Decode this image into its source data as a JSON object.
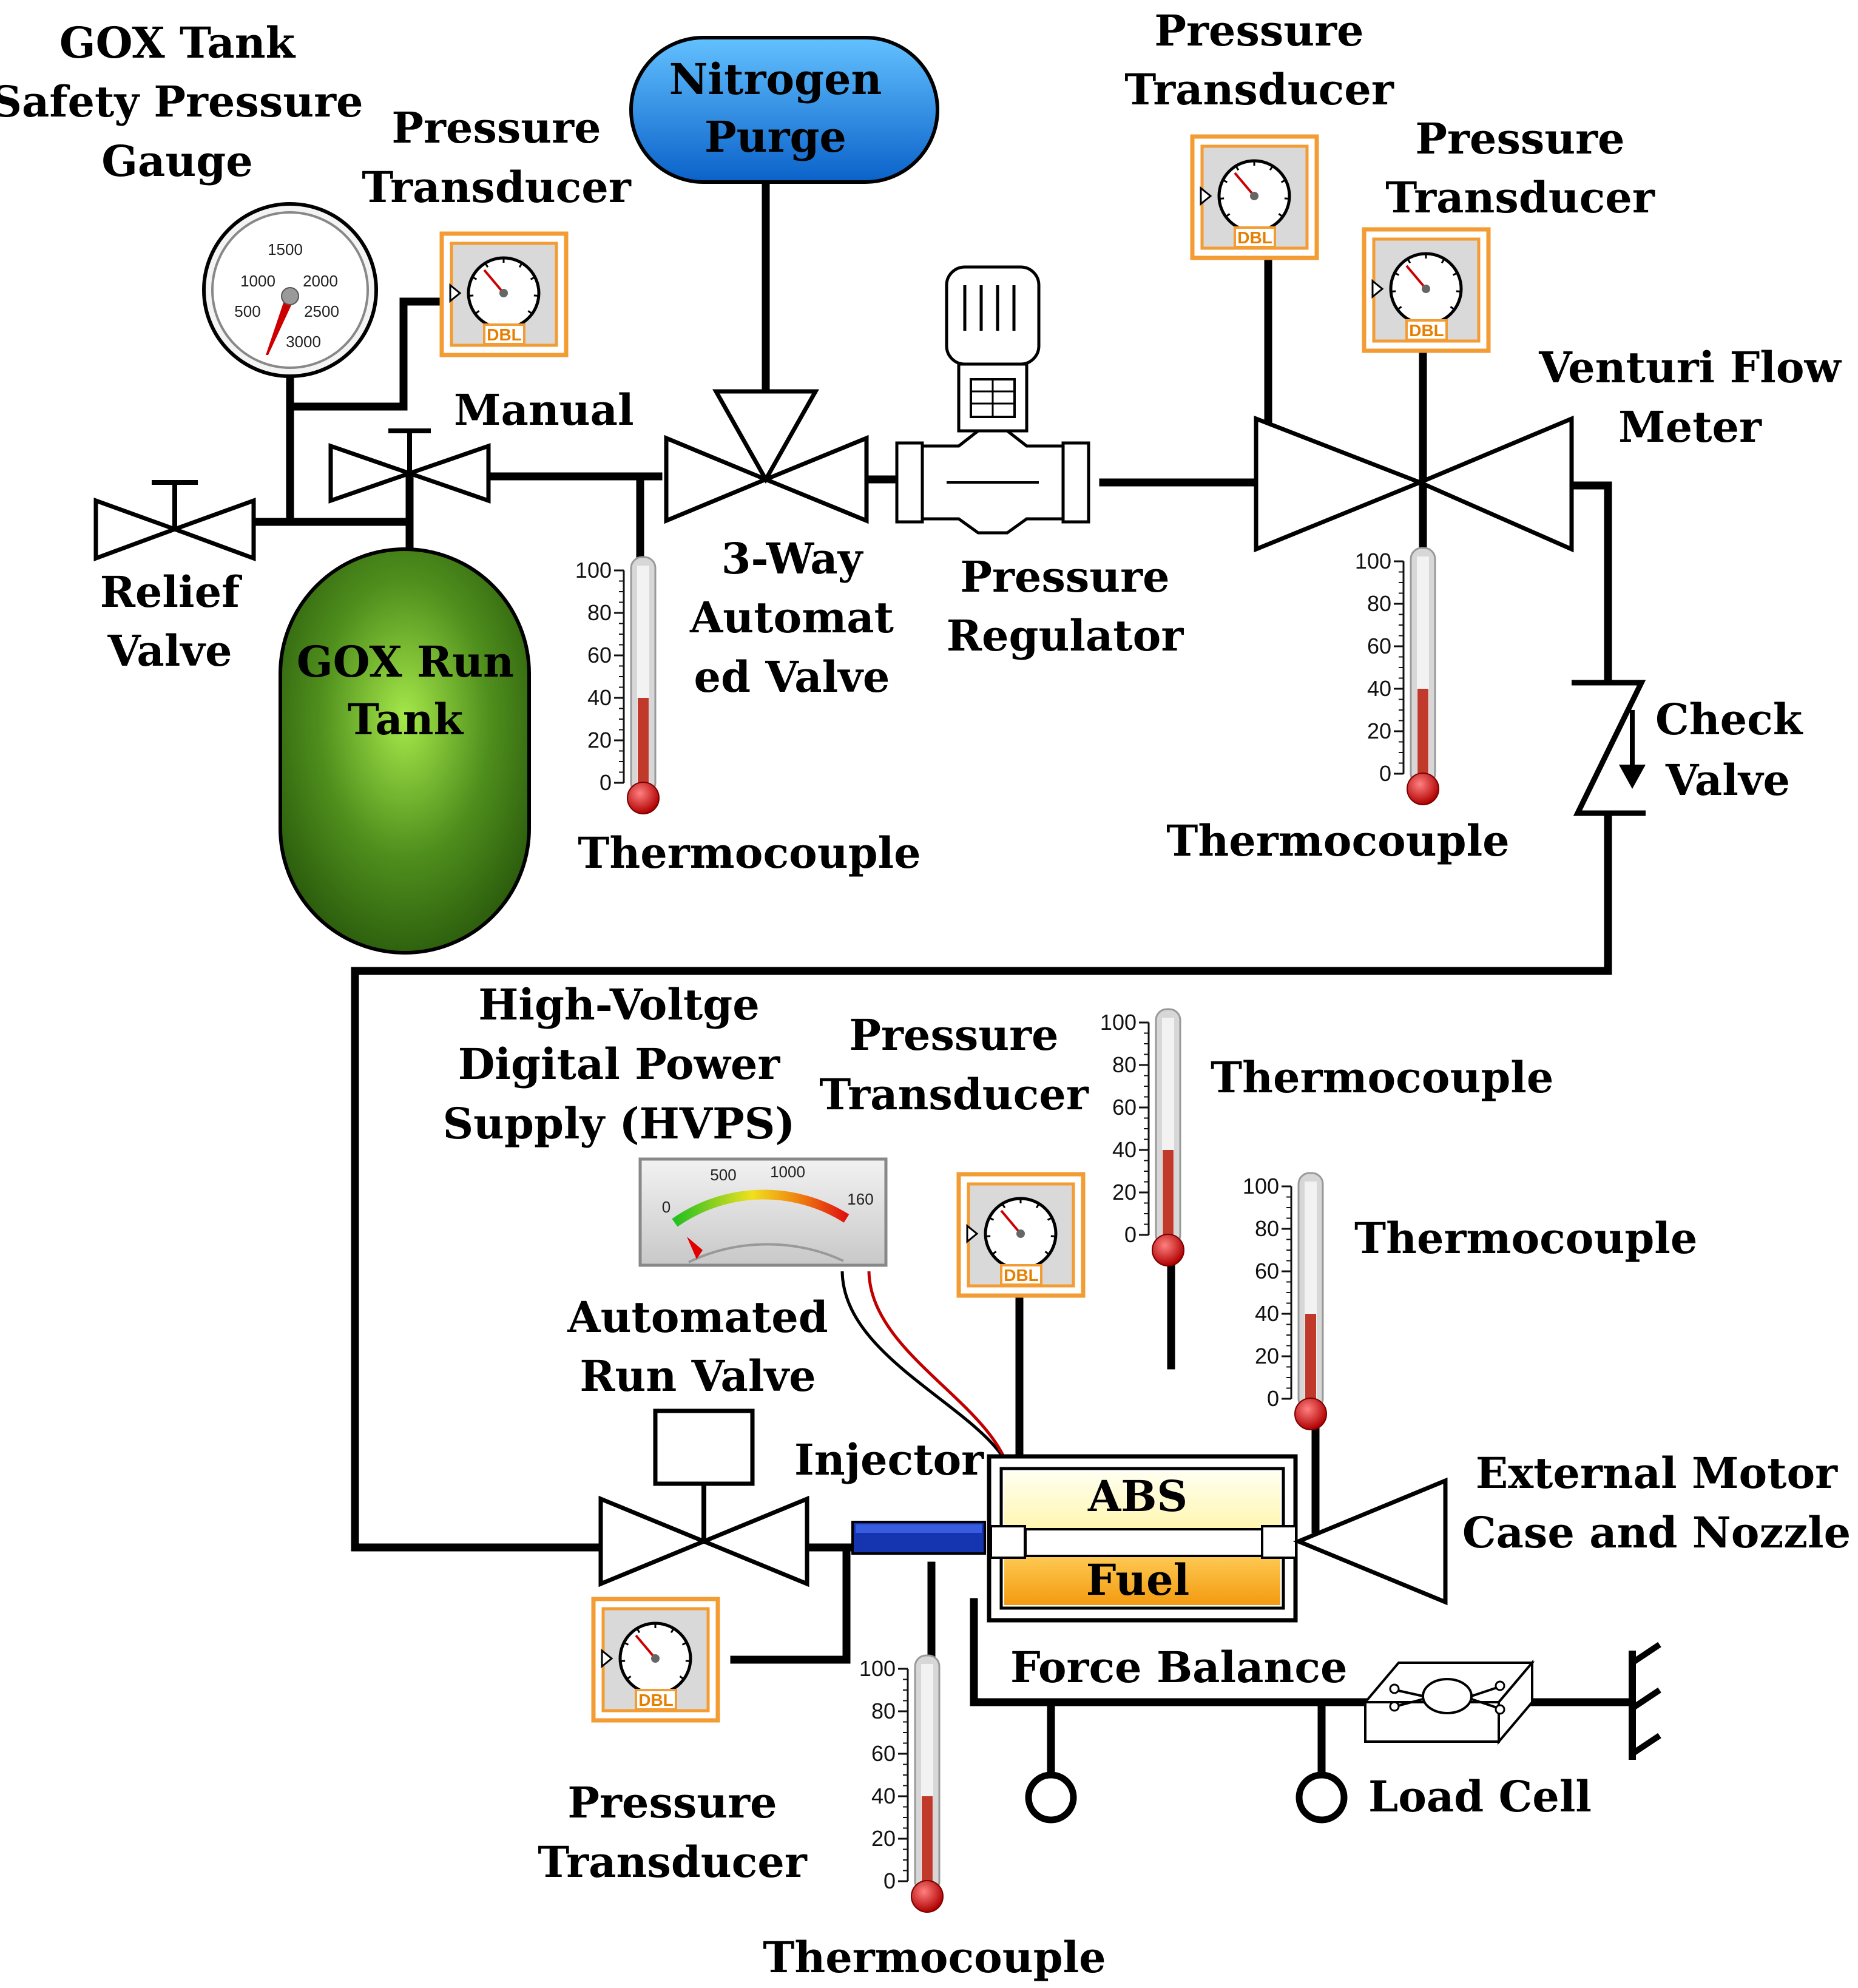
{
  "labels": {
    "gox_tank_gauge": [
      "GOX Tank",
      "Safety Pressure",
      "Gauge"
    ],
    "pressure_transducer_top_left": [
      "Pressure",
      "Transducer"
    ],
    "nitrogen_purge": [
      "Nitrogen",
      "Purge"
    ],
    "pressure_transducer_top_mid": [
      "Pressure",
      "Transducer"
    ],
    "pressure_transducer_top_right": [
      "Pressure",
      "Transducer"
    ],
    "manual": "Manual",
    "venturi": [
      "Venturi Flow",
      "Meter"
    ],
    "relief_valve": [
      "Relief",
      "Valve"
    ],
    "three_way_valve": [
      "3-Way",
      "Automat",
      "ed Valve"
    ],
    "pressure_regulator": [
      "Pressure",
      "Regulator"
    ],
    "gox_run_tank": [
      "GOX Run",
      "Tank"
    ],
    "check_valve": [
      "Check",
      "Valve"
    ],
    "thermocouple": "Thermocouple",
    "hvps": [
      "High-Voltge",
      "Digital Power",
      "Supply (HVPS)"
    ],
    "pressure_transducer_mid": [
      "Pressure",
      "Transducer"
    ],
    "automated_run_valve": [
      "Automated",
      "Run Valve"
    ],
    "injector": "Injector",
    "abs": "ABS",
    "fuel": "Fuel",
    "external_motor": [
      "External Motor",
      "Case and Nozzle"
    ],
    "force_balance": "Force Balance",
    "load_cell": "Load Cell",
    "pressure_transducer_bottom": [
      "Pressure",
      "Transducer"
    ]
  },
  "safety_gauge_scale": [
    "500",
    "1000",
    "1500",
    "2000",
    "2500",
    "3000"
  ],
  "thermometer_scale": [
    "100",
    "80",
    "60",
    "40",
    "20",
    "0"
  ],
  "thermometer_fill_fraction": 0.4,
  "transducer_tag": "DBL",
  "hvps_meter_scale": [
    "0",
    "500",
    "1000",
    "160"
  ],
  "colors": {
    "pipe": "#000000",
    "transducer_frame": "#f39c33",
    "thermometer_fill": "#c0392b",
    "nitrogen_fill": "#1e90ff",
    "gox_tank_fill": "#4a8a1c",
    "abs_fill": "#ffffcc",
    "fuel_fill": "#f7a21b",
    "injector_fill": "#1530a0"
  }
}
